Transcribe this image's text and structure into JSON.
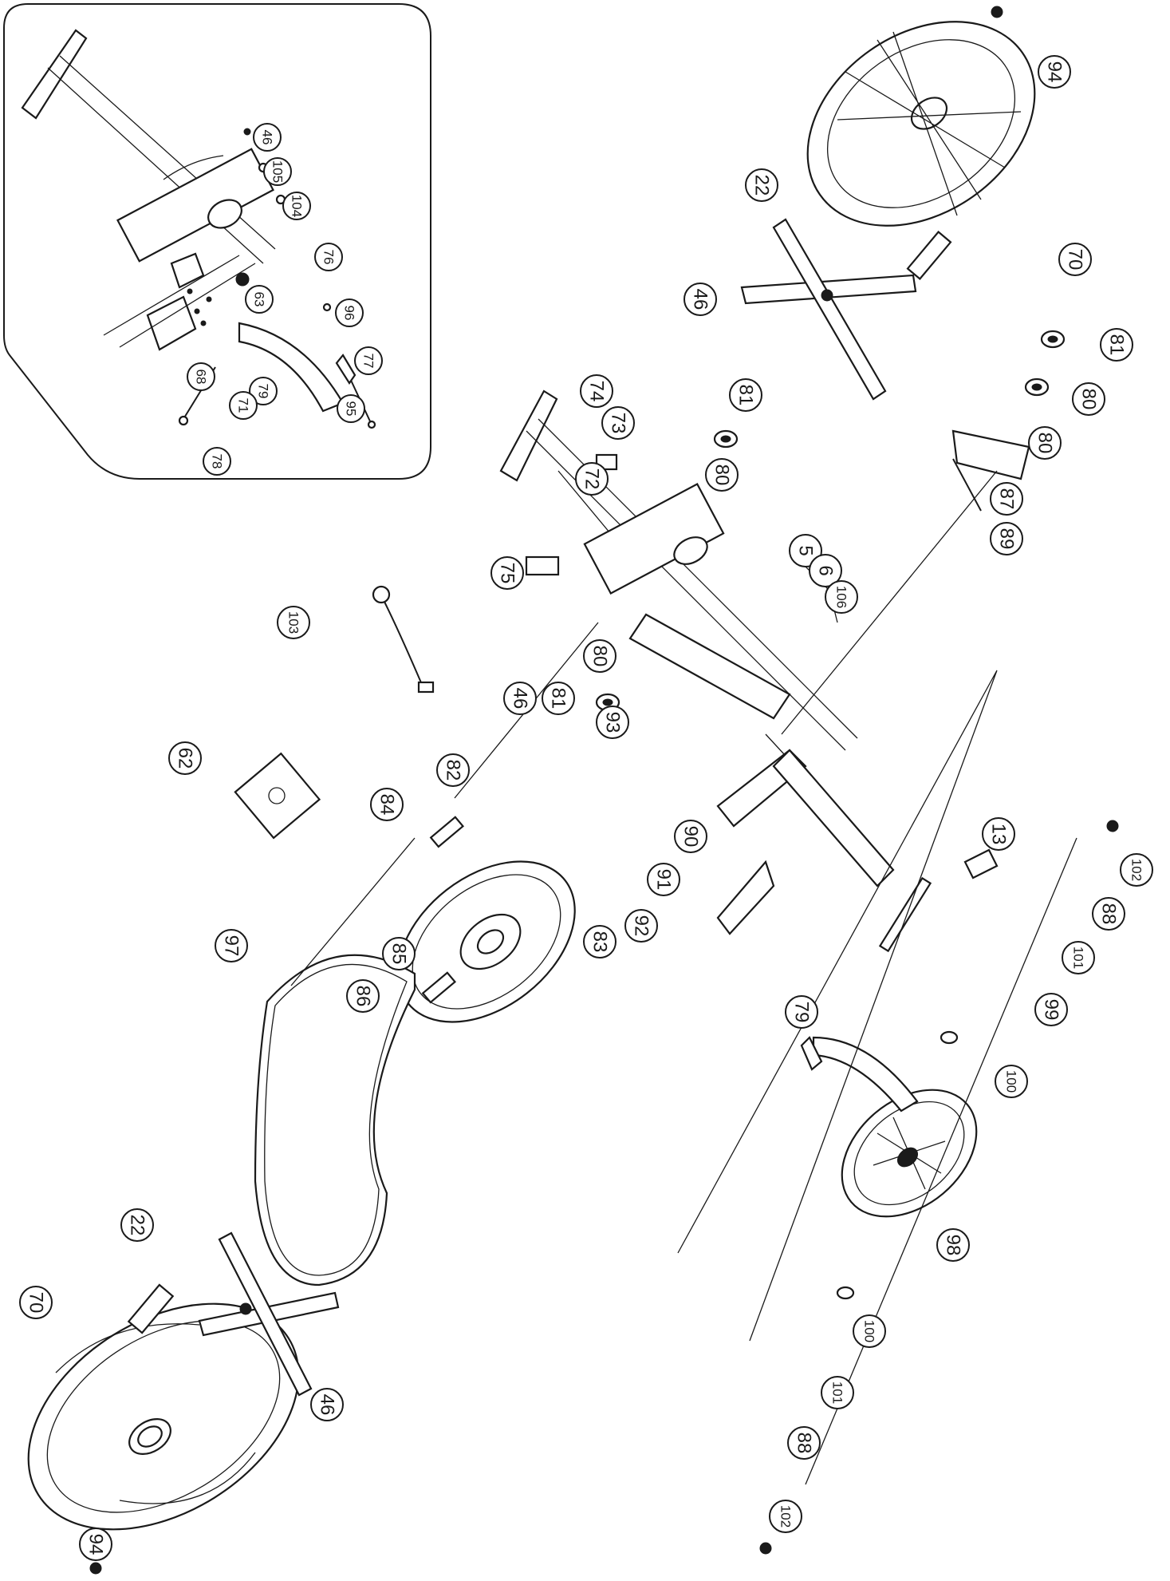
{
  "labels": {
    "p94a": "94",
    "p94b": "94",
    "p70a": "70",
    "p70b": "70",
    "p22a": "22",
    "p22b": "22",
    "p46a": "46",
    "p46b": "46",
    "p46c": "46",
    "p46d": "46",
    "p81a": "81",
    "p81b": "81",
    "p81c": "81",
    "p80a": "80",
    "p80b": "80",
    "p80c": "80",
    "p80d": "80",
    "p87": "87",
    "p89": "89",
    "p74": "74",
    "p73": "73",
    "p72": "72",
    "p75": "75",
    "p5": "5",
    "p6": "6",
    "p106": "106",
    "p103": "103",
    "p62": "62",
    "p93": "93",
    "p82": "82",
    "p84": "84",
    "p83": "83",
    "p90": "90",
    "p91": "91",
    "p92": "92",
    "p13": "13",
    "p85": "85",
    "p86": "86",
    "p97": "97",
    "p102a": "102",
    "p102b": "102",
    "p88a": "88",
    "p88b": "88",
    "p101a": "101",
    "p101b": "101",
    "p99": "99",
    "p100a": "100",
    "p100b": "100",
    "p79a": "79",
    "p79b": "79",
    "p98": "98",
    "p105": "105",
    "p104": "104",
    "p76": "76",
    "p63": "63",
    "p96": "96",
    "p77": "77",
    "p68": "68",
    "p71": "71",
    "p95": "95",
    "p78": "78"
  }
}
